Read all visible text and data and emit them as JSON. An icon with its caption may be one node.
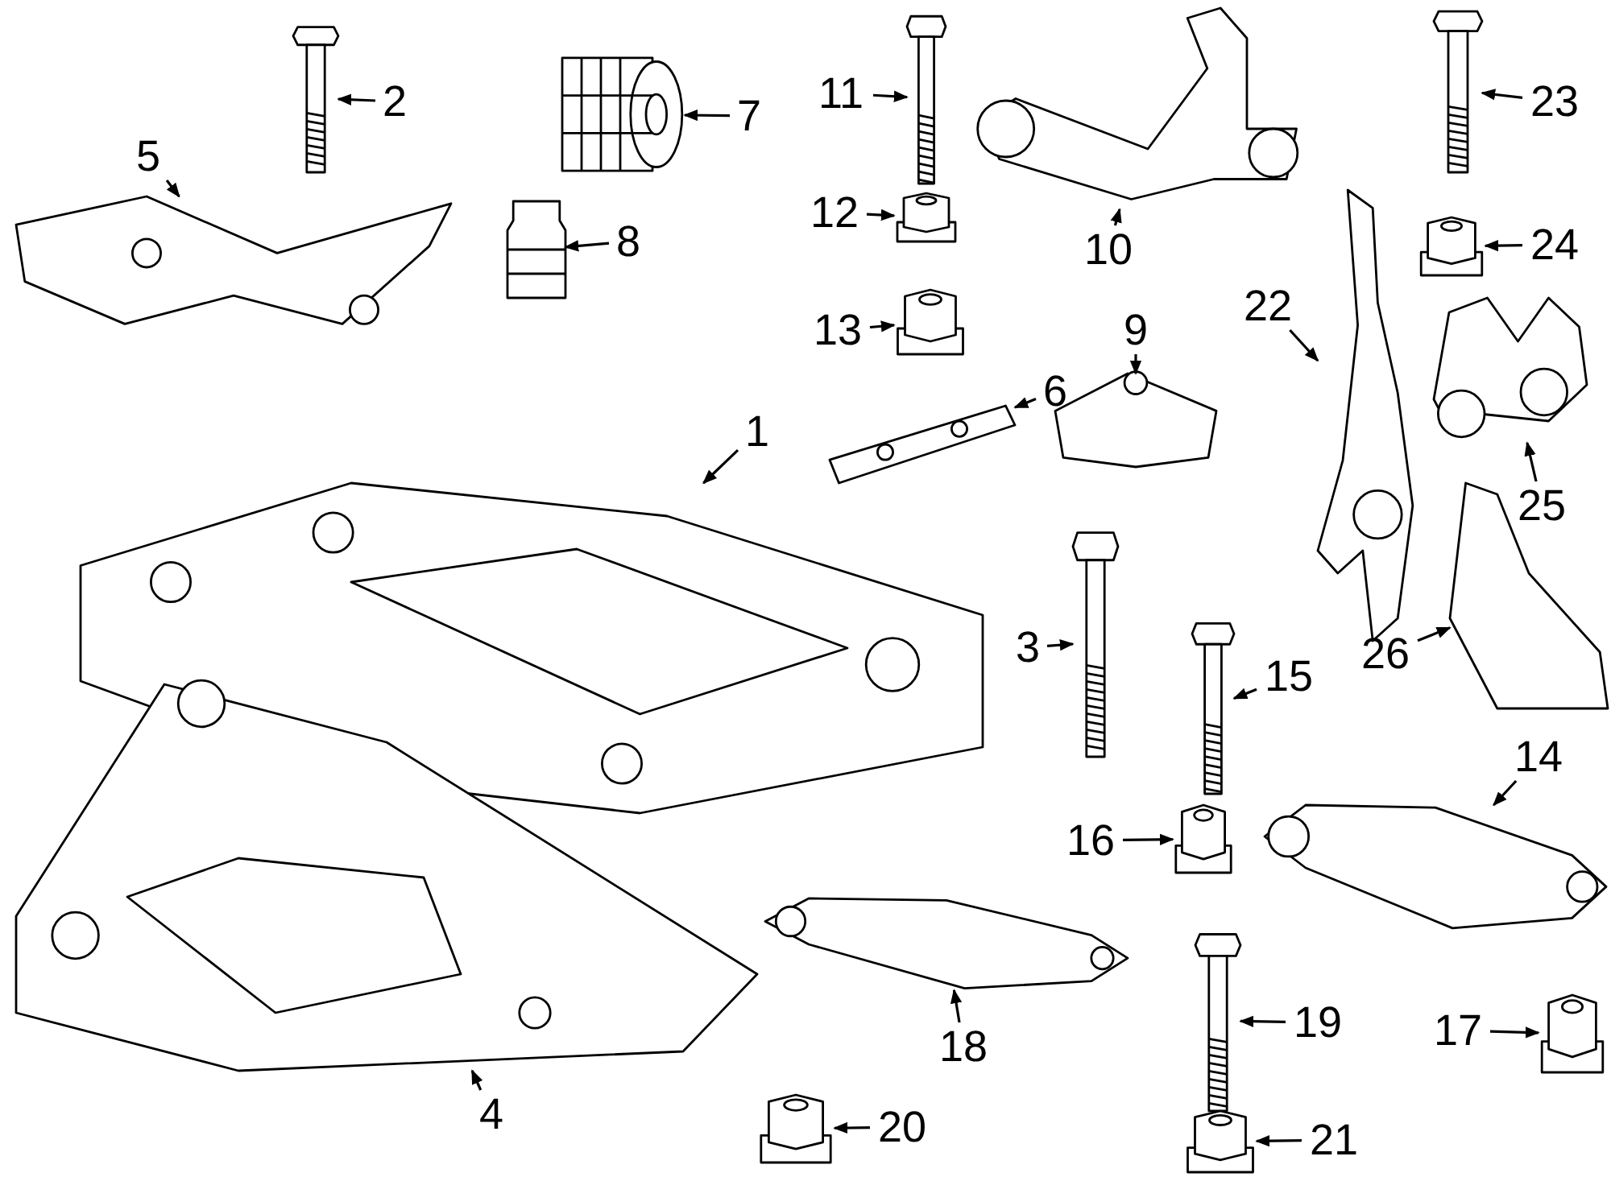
{
  "diagram": {
    "nodes": [
      {
        "text": [
          "1"
        ]
      },
      {
        "text": [],
        "shape": "picture"
      },
      {
        "text": [
          "2"
        ]
      },
      {
        "text": [],
        "shape": "picture"
      },
      {
        "text": [
          "3"
        ]
      },
      {
        "text": [],
        "shape": "picture"
      },
      {
        "text": [
          "4"
        ]
      },
      {
        "text": [],
        "shape": "picture"
      },
      {
        "text": [
          "5"
        ]
      },
      {
        "text": [],
        "shape": "picture"
      },
      {
        "text": [
          "6"
        ]
      },
      {
        "text": [],
        "shape": "picture"
      },
      {
        "text": [
          "7"
        ]
      },
      {
        "text": [],
        "shape": "picture"
      },
      {
        "text": [
          "8"
        ]
      },
      {
        "text": [],
        "shape": "picture"
      },
      {
        "text": [
          "9"
        ]
      },
      {
        "text": [],
        "shape": "picture"
      },
      {
        "text": [
          "10"
        ]
      },
      {
        "text": [],
        "shape": "picture"
      },
      {
        "text": [
          "11"
        ]
      },
      {
        "text": [],
        "shape": "picture"
      },
      {
        "text": [
          "12"
        ]
      },
      {
        "text": [],
        "shape": "picture"
      },
      {
        "text": [
          "13"
        ]
      },
      {
        "text": [],
        "shape": "picture"
      },
      {
        "text": [
          "14"
        ]
      },
      {
        "text": [],
        "shape": "picture"
      },
      {
        "text": [
          "15"
        ]
      },
      {
        "text": [],
        "shape": "picture"
      },
      {
        "text": [
          "16"
        ]
      },
      {
        "text": [],
        "shape": "picture"
      },
      {
        "text": [
          "17"
        ]
      },
      {
        "text": [],
        "shape": "picture"
      },
      {
        "text": [
          "18"
        ]
      },
      {
        "text": [],
        "shape": "picture"
      },
      {
        "text": [
          "19"
        ]
      },
      {
        "text": [],
        "shape": "picture"
      },
      {
        "text": [
          "20"
        ]
      },
      {
        "text": [],
        "shape": "picture"
      },
      {
        "text": [
          "21"
        ]
      },
      {
        "text": [],
        "shape": "picture"
      },
      {
        "text": [
          "22"
        ]
      },
      {
        "text": [],
        "shape": "picture"
      },
      {
        "text": [
          "23"
        ]
      },
      {
        "text": [],
        "shape": "picture"
      },
      {
        "text": [
          "24"
        ]
      },
      {
        "text": [],
        "shape": "picture"
      },
      {
        "text": [
          "25"
        ]
      },
      {
        "text": [],
        "shape": "picture"
      },
      {
        "text": [
          "26"
        ]
      },
      {
        "text": [],
        "shape": "picture"
      }
    ],
    "edges": [
      {
        "from": 0,
        "to": 1,
        "arrow": "to"
      },
      {
        "from": 2,
        "to": 3,
        "arrow": "to"
      },
      {
        "from": 4,
        "to": 5,
        "arrow": "to"
      },
      {
        "from": 6,
        "to": 7,
        "arrow": "to"
      },
      {
        "from": 8,
        "to": 9,
        "arrow": "to"
      },
      {
        "from": 10,
        "to": 11,
        "arrow": "to"
      },
      {
        "from": 12,
        "to": 13,
        "arrow": "to"
      },
      {
        "from": 14,
        "to": 15,
        "arrow": "to"
      },
      {
        "from": 16,
        "to": 17,
        "arrow": "to"
      },
      {
        "from": 18,
        "to": 19,
        "arrow": "to"
      },
      {
        "from": 20,
        "to": 21,
        "arrow": "to"
      },
      {
        "from": 22,
        "to": 23,
        "arrow": "to"
      },
      {
        "from": 24,
        "to": 25,
        "arrow": "to"
      },
      {
        "from": 26,
        "to": 27,
        "arrow": "to"
      },
      {
        "from": 28,
        "to": 29,
        "arrow": "to"
      },
      {
        "from": 30,
        "to": 31,
        "arrow": "to"
      },
      {
        "from": 32,
        "to": 33,
        "arrow": "to"
      },
      {
        "from": 34,
        "to": 35,
        "arrow": "to"
      },
      {
        "from": 36,
        "to": 37,
        "arrow": "to"
      },
      {
        "from": 38,
        "to": 39,
        "arrow": "to"
      },
      {
        "from": 40,
        "to": 41,
        "arrow": "to"
      },
      {
        "from": 42,
        "to": 43,
        "arrow": "to"
      },
      {
        "from": 44,
        "to": 45,
        "arrow": "to"
      },
      {
        "from": 46,
        "to": 47,
        "arrow": "to"
      },
      {
        "from": 48,
        "to": 49,
        "arrow": "to"
      },
      {
        "from": 50,
        "to": 51,
        "arrow": "to"
      }
    ]
  }
}
